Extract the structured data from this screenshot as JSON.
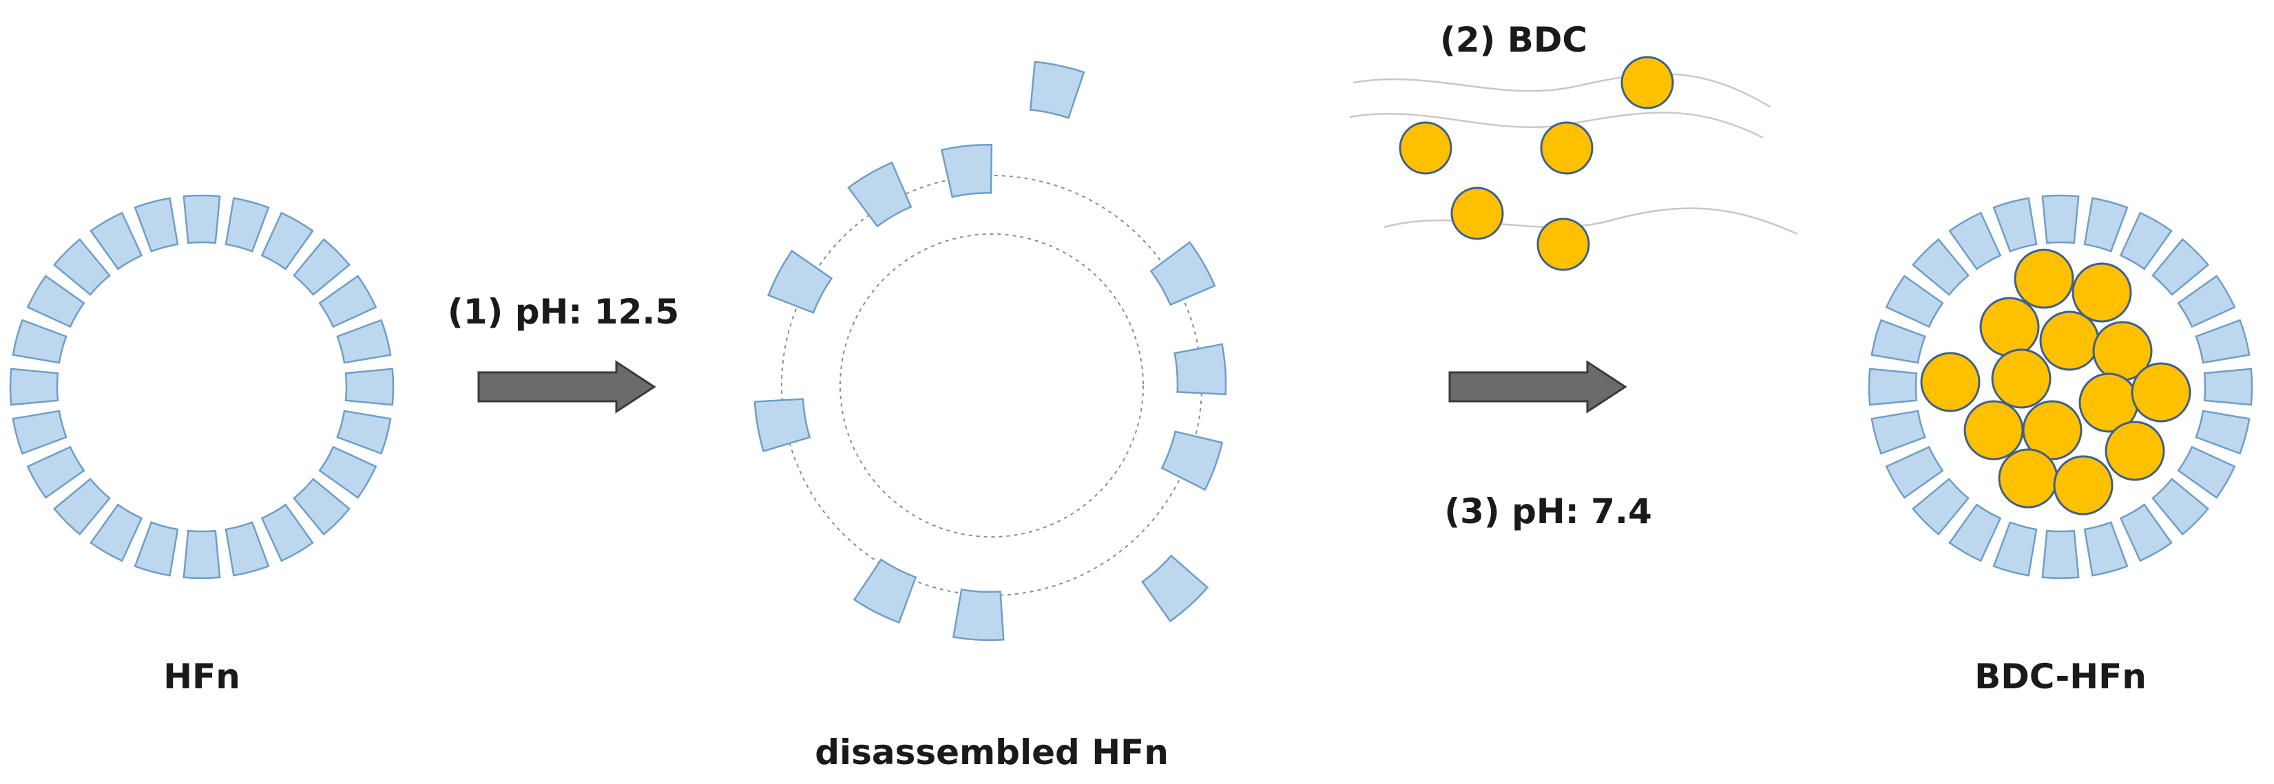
{
  "colors": {
    "subunit_fill": "#bdd7ee",
    "subunit_stroke": "#6e9ec9",
    "bdc_fill": "#ffc000",
    "bdc_stroke": "#3f5f8a",
    "arrow_fill": "#6b6b6b",
    "arrow_stroke": "#3a3a3a",
    "guide_stroke": "#8c8c8c",
    "wave_stroke": "#c8c8c8",
    "text": "#1a1a1a"
  },
  "labels": {
    "hfn": "HFn",
    "disassembled": "disassembled HFn",
    "bdc_hfn": "BDC-HFn"
  },
  "steps": {
    "step1": "(1) pH: 12.5",
    "step2": "(2) BDC",
    "step3": "(3) pH: 7.4"
  },
  "icons": {
    "subunit": "protein-subunit-icon",
    "bdc": "bdc-molecule-icon",
    "arrow": "right-arrow-icon"
  }
}
